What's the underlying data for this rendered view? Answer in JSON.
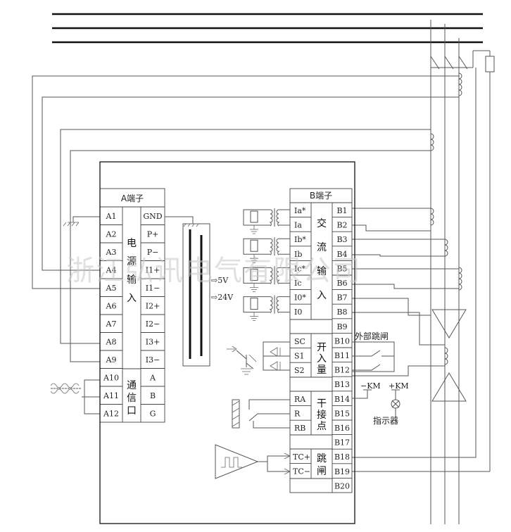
{
  "a_terminal": {
    "title": "A端子",
    "left_pins": [
      "A1",
      "A2",
      "A3",
      "A4",
      "A5",
      "A6",
      "A7",
      "A8",
      "A9",
      "A10",
      "A11",
      "A12"
    ],
    "right_pins": [
      "GND",
      "P+",
      "P−",
      "I1+",
      "I1−",
      "I2+",
      "I2−",
      "I3+",
      "I3−",
      "A",
      "B",
      "G"
    ],
    "power_group": [
      "电",
      "源",
      "输",
      "入"
    ],
    "comm_group": [
      "通",
      "信",
      "口"
    ]
  },
  "b_terminal": {
    "title": "B端子",
    "right_pins": [
      "B1",
      "B2",
      "B3",
      "B4",
      "B5",
      "B6",
      "B7",
      "B8",
      "B9",
      "B10",
      "B11",
      "B12",
      "B13",
      "B14",
      "B15",
      "B16",
      "B17",
      "B18",
      "B19",
      "B20"
    ],
    "ac_inputs": [
      "Ia*",
      "Ia",
      "Ib*",
      "Ib",
      "Ic*",
      "Ic",
      "I0*",
      "I0"
    ],
    "ac_group": [
      "交",
      "流",
      "输",
      "入"
    ],
    "switch_inputs": [
      "SC",
      "S1",
      "S2"
    ],
    "switch_group": [
      "开",
      "入",
      "量"
    ],
    "dry_contacts": [
      "RA",
      "R",
      "RB"
    ],
    "dry_group": [
      "干",
      "接",
      "点"
    ],
    "trip_inputs": [
      "TC+",
      "TC−"
    ],
    "trip_group": [
      "跳",
      "闸"
    ]
  },
  "supply": {
    "v5": "⇨5V",
    "v24": "⇨24V"
  },
  "external": {
    "trip_label": "外部跳闸",
    "km_neg": "−KM",
    "km_pos": "+KM",
    "indicator_label": "指示器"
  },
  "watermark": "浙江弘讯电气有限公司"
}
